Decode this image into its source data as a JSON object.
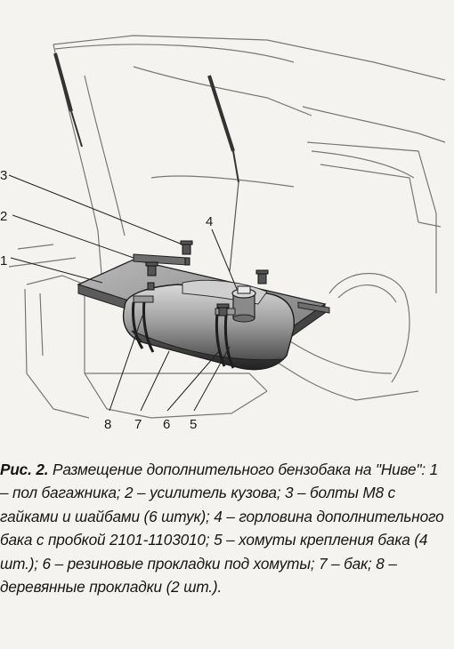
{
  "figure": {
    "callouts": [
      "1",
      "2",
      "3",
      "4",
      "5",
      "6",
      "7",
      "8"
    ]
  },
  "caption": {
    "label": "Рис. 2.",
    "text": "Размещение дополнительного бензобака на \"Ниве\": 1 – пол багажника; 2 – усилитель кузова; 3 – болты М8 с гайками и шайбами (6 штук); 4 – горловина дополнительного бака с пробкой 2101-1103010; 5 – хомуты крепления бака (4 шт.); 6 – резиновые прокладки под хомуты; 7 – бак; 8 – деревянные прокладки (2 шт.)."
  },
  "colors": {
    "ink": "#1b1b1b",
    "paper": "#f4f3ef",
    "tank_dark": "#3a3a3a",
    "floor_grey": "#9a9a9a"
  }
}
